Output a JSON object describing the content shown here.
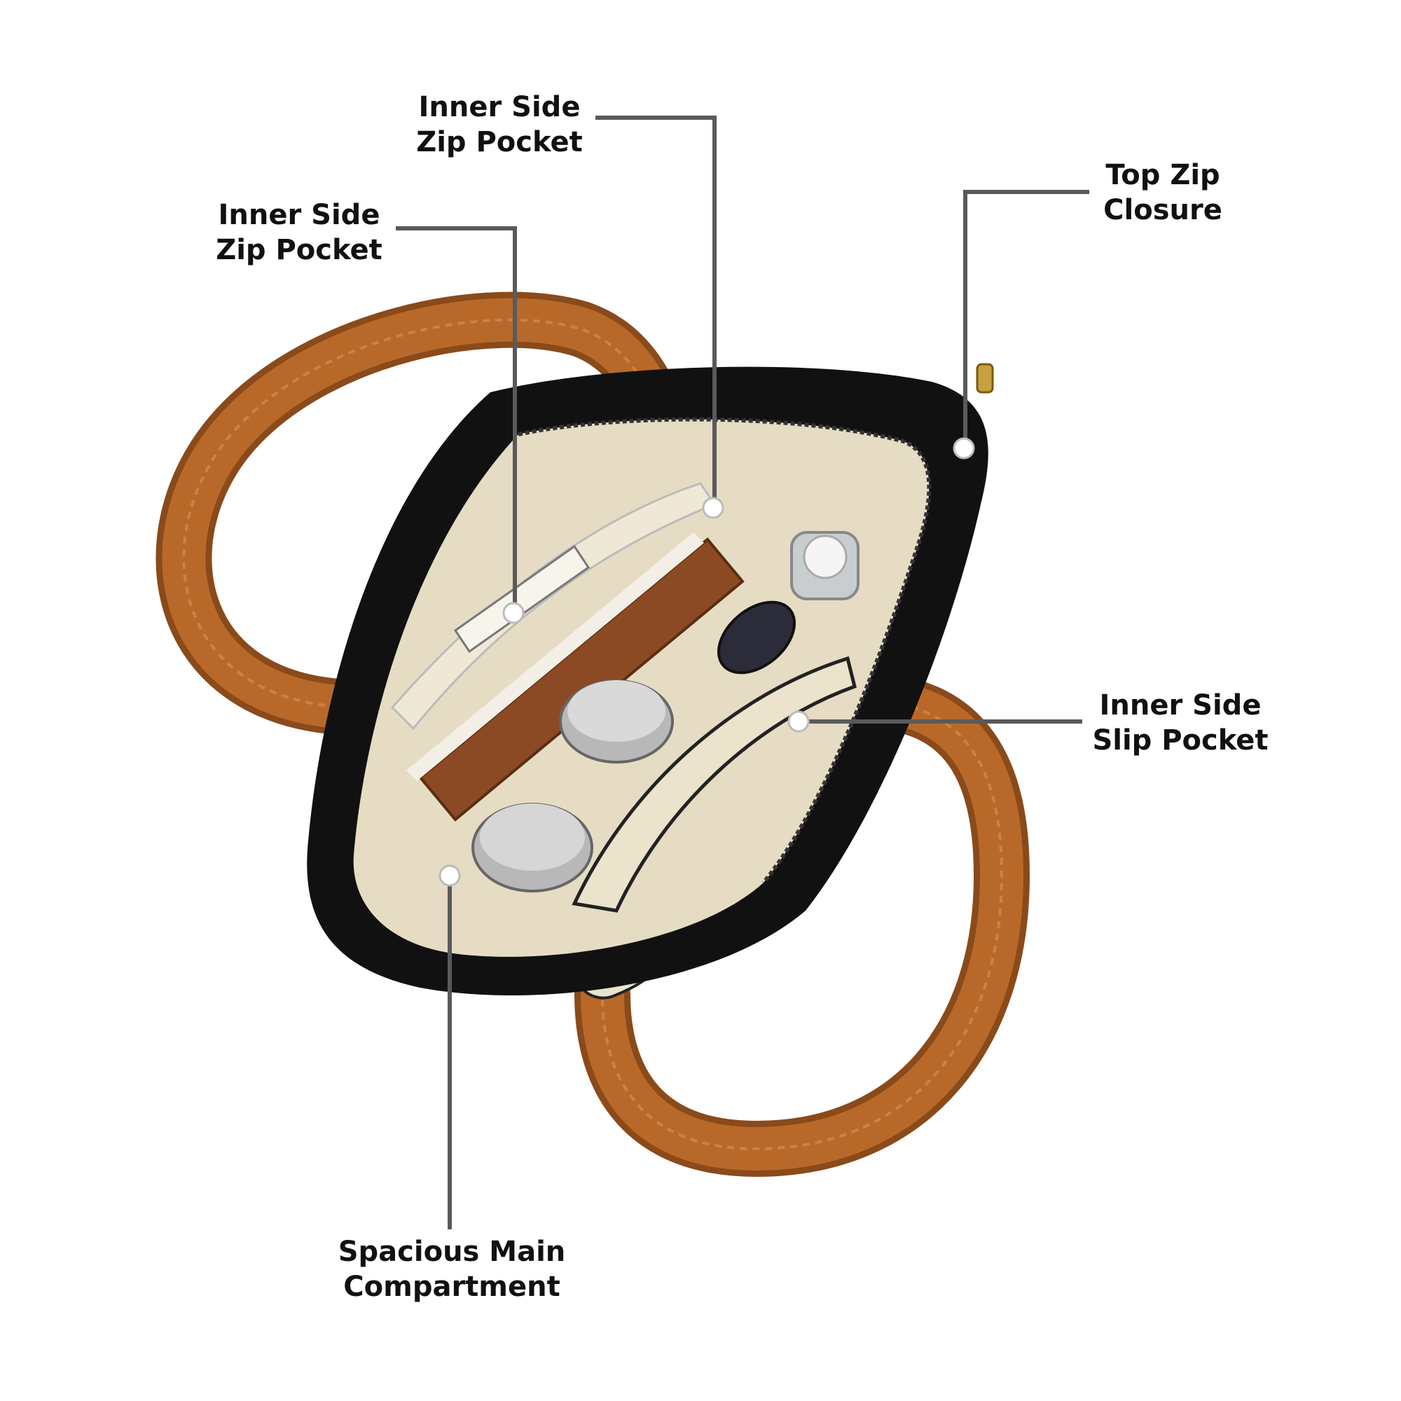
{
  "colors": {
    "background": "#ffffff",
    "leader_line": "#5a5a5a",
    "marker_dot": "#ffffff",
    "bag_body": "#111111",
    "lining": "#e6dcc4",
    "handle": "#b8692a",
    "handle_dark": "#8a4a1a",
    "label_text": "#111111"
  },
  "callouts": [
    {
      "id": "inner-side-zip-pocket-top",
      "line1": "Inner Side",
      "line2": "Zip Pocket"
    },
    {
      "id": "inner-side-zip-pocket-left",
      "line1": "Inner Side",
      "line2": "Zip Pocket"
    },
    {
      "id": "top-zip-closure",
      "line1": "Top Zip",
      "line2": "Closure"
    },
    {
      "id": "inner-side-slip-pocket",
      "line1": "Inner Side",
      "line2": "Slip Pocket"
    },
    {
      "id": "spacious-main-compartment",
      "line1": "Spacious Main",
      "line2": "Compartment"
    }
  ]
}
